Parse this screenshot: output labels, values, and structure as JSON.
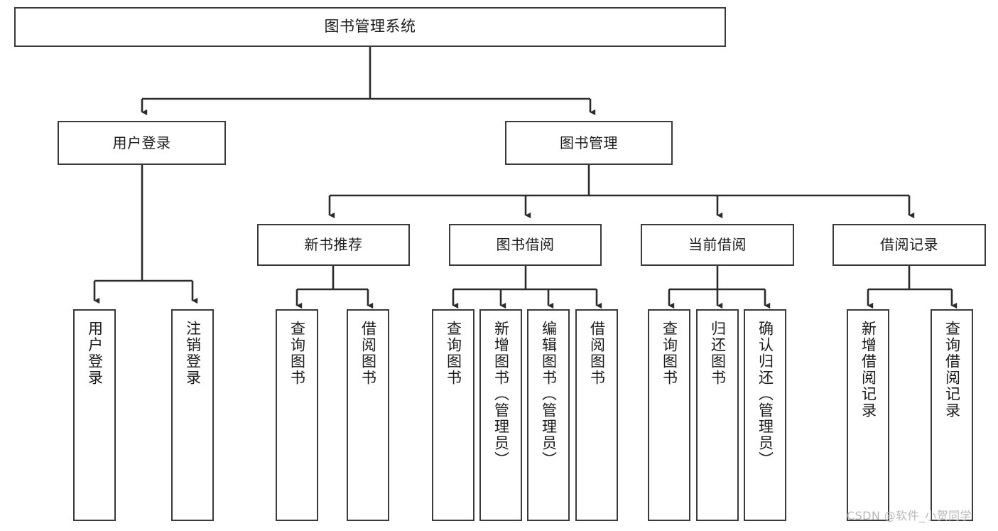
{
  "diagram": {
    "type": "tree",
    "title": "图书管理系统",
    "orientation": "top-down",
    "colors": {
      "box_border": "#3a3a3a",
      "box_fill": "#ffffff",
      "connector": "#2b2b2b",
      "text": "#1b1b1b",
      "watermark": "#b9b9b9",
      "background": "#ffffff"
    },
    "root": {
      "label": "图书管理系统"
    },
    "level2": [
      {
        "id": "user-login",
        "label": "用户登录"
      },
      {
        "id": "book-management",
        "label": "图书管理"
      }
    ],
    "level3": [
      {
        "id": "new-book-recommend",
        "label": "新书推荐",
        "parent": "book-management"
      },
      {
        "id": "book-borrow",
        "label": "图书借阅",
        "parent": "book-management"
      },
      {
        "id": "current-borrow",
        "label": "当前借阅",
        "parent": "book-management"
      },
      {
        "id": "borrow-record",
        "label": "借阅记录",
        "parent": "book-management"
      }
    ],
    "leaves": {
      "user_login": [
        {
          "id": "leaf-user-login",
          "label": "用户登录"
        },
        {
          "id": "leaf-user-logout",
          "label": "注销登录"
        }
      ],
      "new_book_recommend": [
        {
          "id": "leaf-query-book-1",
          "label": "查询图书"
        },
        {
          "id": "leaf-borrow-book-1",
          "label": "借阅图书"
        }
      ],
      "book_borrow": [
        {
          "id": "leaf-query-book-2",
          "label": "查询图书"
        },
        {
          "id": "leaf-add-book",
          "label": "新增图书（管理员）"
        },
        {
          "id": "leaf-edit-book",
          "label": "编辑图书（管理员）"
        },
        {
          "id": "leaf-borrow-book-2",
          "label": "借阅图书"
        }
      ],
      "current_borrow": [
        {
          "id": "leaf-query-book-3",
          "label": "查询图书"
        },
        {
          "id": "leaf-return-book",
          "label": "归还图书"
        },
        {
          "id": "leaf-confirm-return",
          "label": "确认归还（管理员）"
        }
      ],
      "borrow_record": [
        {
          "id": "leaf-add-borrow-record",
          "label": "新增借阅记录"
        },
        {
          "id": "leaf-query-borrow-record",
          "label": "查询借阅记录"
        }
      ]
    }
  },
  "watermark": {
    "text": "CSDN @软件_小贺同学"
  }
}
